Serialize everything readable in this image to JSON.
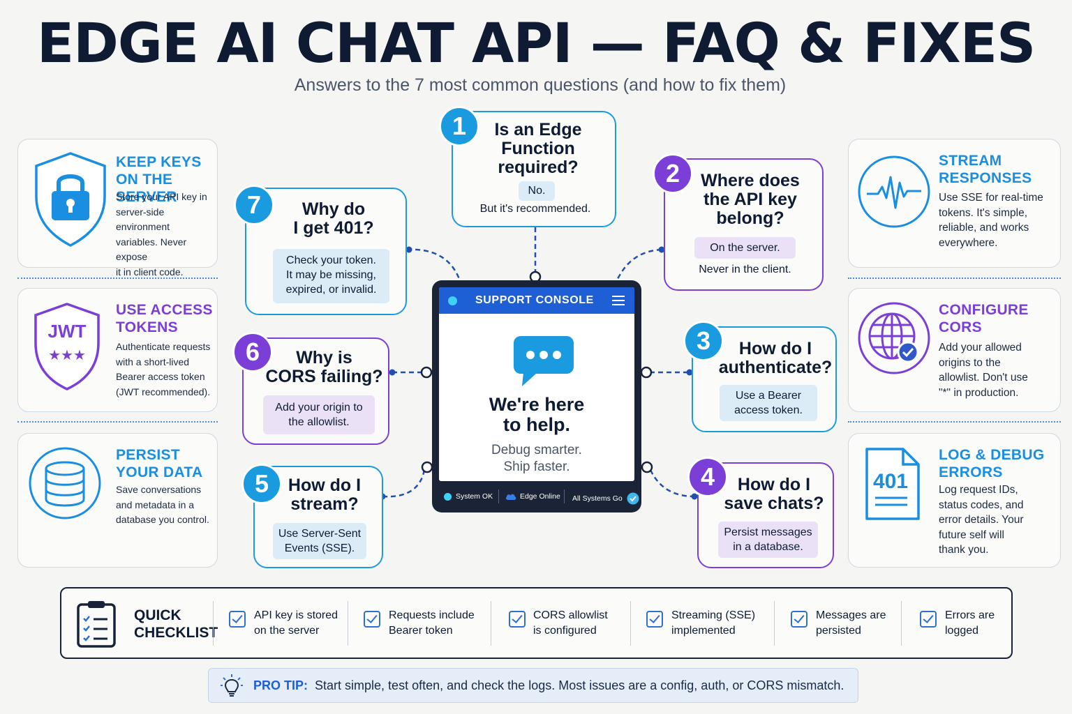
{
  "title": "EDGE AI CHAT API — FAQ & FIXES",
  "subtitle": "Answers to the 7 most common questions (and how to fix them)",
  "left_cards": [
    {
      "heading_1": "KEEP KEYS",
      "heading_2": "ON THE SERVER",
      "lines": [
        "Store your API key in",
        "server-side environment",
        "variables. Never expose",
        "it in client code."
      ],
      "icon": "lock-shield-icon",
      "color": "#1a8ee0"
    },
    {
      "heading_1": "USE ACCESS",
      "heading_2": "TOKENS",
      "lines": [
        "Authenticate requests",
        "with a short-lived",
        "Bearer access token",
        "(JWT recommended)."
      ],
      "icon": "jwt-shield-icon",
      "badge": "JWT",
      "color": "#7b3fd8"
    },
    {
      "heading_1": "PERSIST",
      "heading_2": "YOUR DATA",
      "lines": [
        "Save conversations",
        "and metadata in a",
        "database you control."
      ],
      "icon": "database-icon",
      "color": "#1a8ee0"
    }
  ],
  "right_cards": [
    {
      "heading_1": "STREAM",
      "heading_2": "RESPONSES",
      "lines": [
        "Use SSE for real-time",
        "tokens. It's simple,",
        "reliable, and works",
        "everywhere."
      ],
      "icon": "waveform-icon",
      "color": "#1a8ee0"
    },
    {
      "heading_1": "CONFIGURE",
      "heading_2": "CORS",
      "lines": [
        "Add your allowed",
        "origins to the",
        "allowlist. Don't use",
        "\"*\" in production."
      ],
      "icon": "globe-check-icon",
      "color": "#7b3fd8"
    },
    {
      "heading_1": "LOG & DEBUG",
      "heading_2": "ERRORS",
      "lines": [
        "Log request IDs,",
        "status codes, and",
        "error details. Your",
        "future self will",
        "thank you."
      ],
      "icon": "document-401-icon",
      "badge": "401",
      "color": "#1a8ee0"
    }
  ],
  "faqs": [
    {
      "num": "1",
      "q1": "Is an Edge",
      "q2": "Function",
      "q3": "required?",
      "a1": "No.",
      "note": "But it's recommended.",
      "color": "blue"
    },
    {
      "num": "2",
      "q1": "Where does",
      "q2": "the API key",
      "q3": "belong?",
      "a1": "On the server.",
      "note": "Never in the client.",
      "color": "purple"
    },
    {
      "num": "3",
      "q1": "How do I",
      "q2": "authenticate?",
      "a1": "Use a Bearer",
      "a2": "access token.",
      "color": "blue"
    },
    {
      "num": "4",
      "q1": "How do I",
      "q2": "save chats?",
      "a1": "Persist messages",
      "a2": "in a database.",
      "color": "purple"
    },
    {
      "num": "5",
      "q1": "How do I",
      "q2": "stream?",
      "a1": "Use Server-Sent",
      "a2": "Events (SSE).",
      "color": "blue"
    },
    {
      "num": "6",
      "q1": "Why is",
      "q2": "CORS failing?",
      "a1": "Add your origin to",
      "a2": "the allowlist.",
      "color": "purple"
    },
    {
      "num": "7",
      "q1": "Why do",
      "q2": "I get 401?",
      "a1": "Check your token.",
      "a2": "It may be missing,",
      "a3": "expired, or invalid.",
      "color": "blue"
    }
  ],
  "console": {
    "bar_label": "SUPPORT CONSOLE",
    "headline_1": "We're here",
    "headline_2": "to help.",
    "sub_1": "Debug smarter.",
    "sub_2": "Ship faster.",
    "status": [
      "System OK",
      "Edge Online",
      "All Systems Go"
    ]
  },
  "checklist": {
    "title_1": "QUICK",
    "title_2": "CHECKLIST",
    "items": [
      {
        "l1": "API key is stored",
        "l2": "on the server"
      },
      {
        "l1": "Requests include",
        "l2": "Bearer token"
      },
      {
        "l1": "CORS allowlist",
        "l2": "is configured"
      },
      {
        "l1": "Streaming (SSE)",
        "l2": "implemented"
      },
      {
        "l1": "Messages are",
        "l2": "persisted"
      },
      {
        "l1": "Errors are",
        "l2": "logged"
      }
    ]
  },
  "protip": {
    "label": "PRO TIP:",
    "text": "Start simple, test often, and check the logs. Most issues are a config, auth, or CORS mismatch."
  }
}
